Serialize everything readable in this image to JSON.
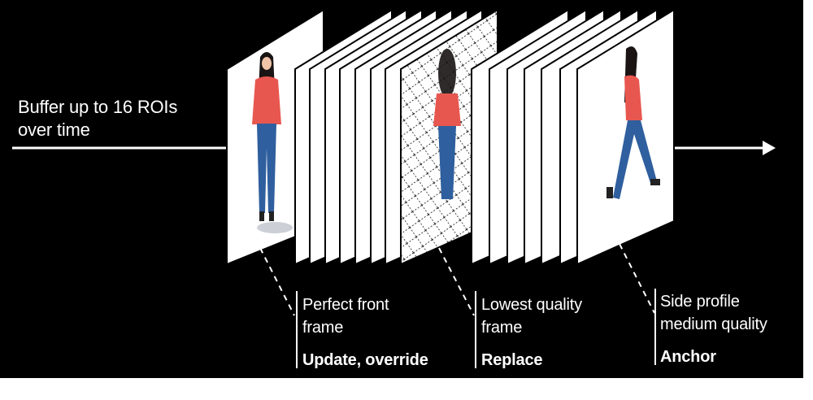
{
  "intro": {
    "line1": "Buffer up to 16 ROIs",
    "line2": "over time"
  },
  "callouts": [
    {
      "line1": "Perfect front",
      "line2": "frame",
      "action": "Update, override"
    },
    {
      "line1": "Lowest quality",
      "line2": "frame",
      "action": "Replace"
    },
    {
      "line1": "Side profile",
      "line2": "medium quality",
      "action": "Anchor"
    }
  ],
  "frames": {
    "count": 16,
    "hatched_index": 8
  },
  "colors": {
    "background": "#000000",
    "frame": "#ffffff",
    "shirt": "#e8574f",
    "jeans": "#2f5f9e",
    "hair": "#1a1414"
  }
}
